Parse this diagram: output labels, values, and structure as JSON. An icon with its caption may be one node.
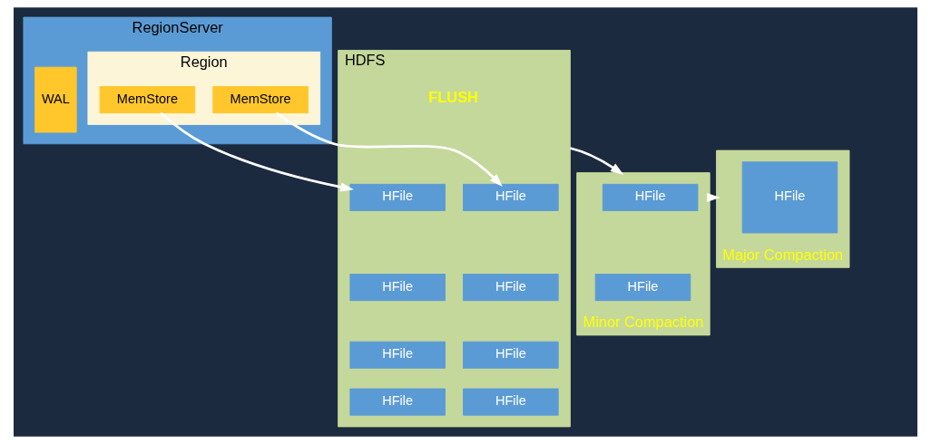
{
  "diagram": {
    "nodes": [
      {
        "text": [
          "RegionServer"
        ]
      },
      {
        "text": [
          "WAL"
        ],
        "in": 0
      },
      {
        "text": [
          "Region"
        ],
        "in": 0
      },
      {
        "text": [
          "MemStore"
        ],
        "in": 2
      },
      {
        "text": [
          "MemStore"
        ],
        "in": 2
      },
      {
        "text": [
          "HDFS"
        ]
      },
      {
        "text": [
          "HFile"
        ],
        "in": 5
      },
      {
        "text": [
          "HFile"
        ],
        "in": 5
      },
      {
        "text": [
          "HFile"
        ],
        "in": 5
      },
      {
        "text": [
          "HFile"
        ],
        "in": 5
      },
      {
        "text": [
          "HFile"
        ],
        "in": 5
      },
      {
        "text": [
          "HFile"
        ],
        "in": 5
      },
      {
        "text": [
          "HFile"
        ],
        "in": 5
      },
      {
        "text": [
          "HFile"
        ],
        "in": 5
      },
      {
        "text": [],
        "shape": "box",
        "beside": [
          "Minor Compaction"
        ]
      },
      {
        "text": [
          "HFile"
        ],
        "in": 14
      },
      {
        "text": [
          "HFile"
        ],
        "in": 14
      },
      {
        "text": [],
        "shape": "box",
        "beside": [
          "Major Compaction"
        ]
      },
      {
        "text": [
          "HFile"
        ],
        "in": 17
      }
    ],
    "edges": [
      {
        "from": 3,
        "to": 6,
        "arrow": "to"
      },
      {
        "from": 4,
        "to": 10,
        "arrow": "to"
      },
      {
        "from": 5,
        "to": 14,
        "arrow": "to"
      },
      {
        "from": 14,
        "to": 17,
        "arrow": "to"
      }
    ],
    "labels": [
      "FLUSH"
    ]
  }
}
